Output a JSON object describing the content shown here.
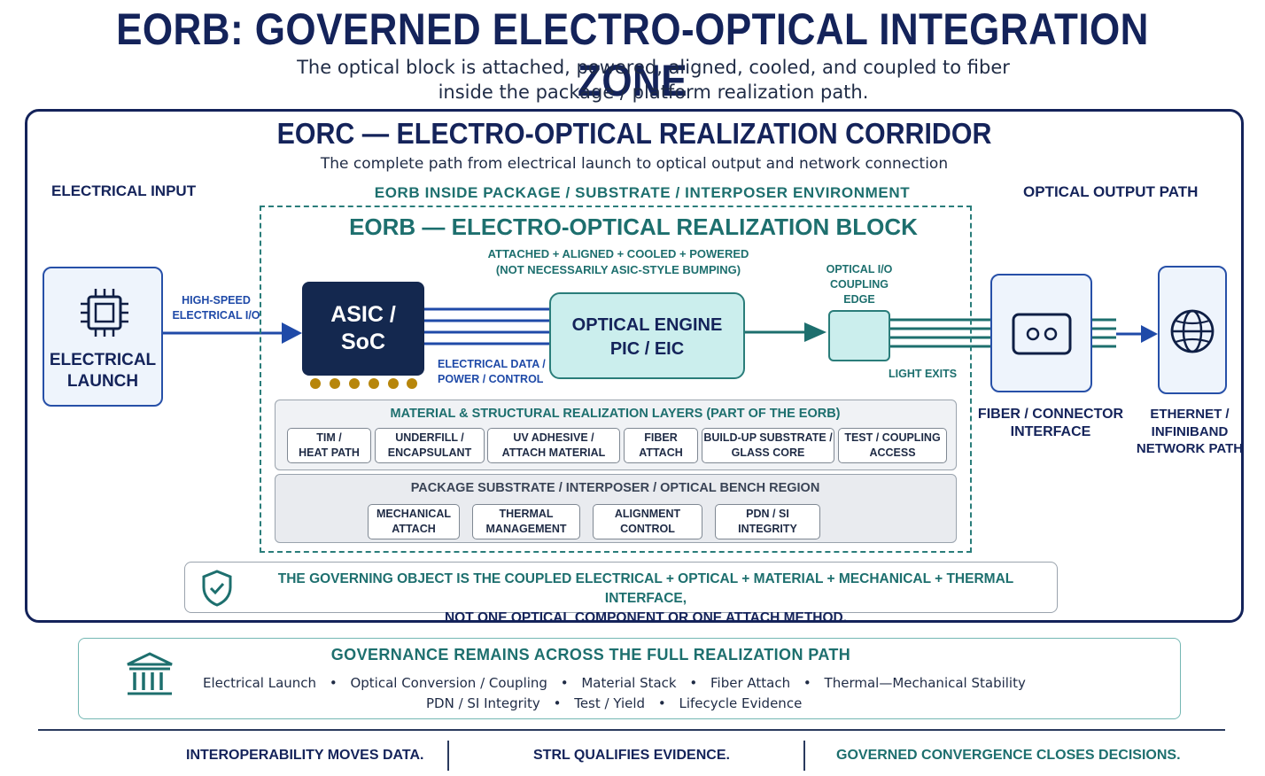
{
  "header": {
    "title": "EORB: GOVERNED ELECTRO-OPTICAL INTEGRATION ZONE",
    "subtitle_line1": "The optical block is attached, powered, aligned, cooled, and coupled to fiber",
    "subtitle_line2": "inside the package / platform realization path."
  },
  "corridor": {
    "title": "EORC — ELECTRO-OPTICAL REALIZATION CORRIDOR",
    "subtitle": "The complete path from electrical launch to optical output and network connection",
    "electrical_input_label": "ELECTRICAL INPUT",
    "optical_output_label": "OPTICAL OUTPUT PATH",
    "environment_label": "EORB INSIDE PACKAGE / SUBSTRATE / INTERPOSER ENVIRONMENT"
  },
  "launch": {
    "line1": "ELECTRICAL",
    "line2": "LAUNCH",
    "icon": "chip-icon"
  },
  "highspeed_label": {
    "line1": "HIGH-SPEED",
    "line2": "ELECTRICAL I/O"
  },
  "eorb": {
    "title": "EORB — ELECTRO-OPTICAL REALIZATION BLOCK",
    "note_line1": "ATTACHED + ALIGNED + COOLED + POWERED",
    "note_line2": "(NOT NECESSARILY ASIC-STYLE BUMPING)"
  },
  "asic": {
    "line1": "ASIC /",
    "line2": "SoC"
  },
  "electrical_data_label": {
    "line1": "ELECTRICAL DATA /",
    "line2": "POWER / CONTROL"
  },
  "engine": {
    "line1": "OPTICAL ENGINE",
    "line2": "PIC / EIC"
  },
  "coupling": {
    "line1": "OPTICAL I/O",
    "line2": "COUPLING",
    "line3": "EDGE"
  },
  "light_exits": "LIGHT EXITS",
  "fiber": {
    "line1": "FIBER / CONNECTOR",
    "line2": "INTERFACE",
    "icon": "connector-icon"
  },
  "network": {
    "line1": "ETHERNET /",
    "line2": "INFINIBAND",
    "line3": "NETWORK PATH",
    "icon": "globe-icon"
  },
  "material_layers": {
    "title": "MATERIAL & STRUCTURAL REALIZATION LAYERS (PART OF THE EORB)",
    "items": [
      {
        "line1": "TIM /",
        "line2": "HEAT PATH"
      },
      {
        "line1": "UNDERFILL /",
        "line2": "ENCAPSULANT"
      },
      {
        "line1": "UV ADHESIVE /",
        "line2": "ATTACH MATERIAL"
      },
      {
        "line1": "FIBER",
        "line2": "ATTACH"
      },
      {
        "line1": "BUILD-UP SUBSTRATE /",
        "line2": "GLASS CORE"
      },
      {
        "line1": "TEST / COUPLING",
        "line2": "ACCESS"
      }
    ]
  },
  "substrate_region": {
    "title": "PACKAGE SUBSTRATE / INTERPOSER / OPTICAL BENCH REGION",
    "items": [
      {
        "line1": "MECHANICAL",
        "line2": "ATTACH"
      },
      {
        "line1": "THERMAL",
        "line2": "MANAGEMENT"
      },
      {
        "line1": "ALIGNMENT",
        "line2": "CONTROL"
      },
      {
        "line1": "PDN / SI",
        "line2": "INTEGRITY"
      }
    ]
  },
  "governing_object": {
    "line1": "THE GOVERNING OBJECT IS THE COUPLED ELECTRICAL + OPTICAL + MATERIAL + MECHANICAL + THERMAL INTERFACE,",
    "line2": "NOT ONE OPTICAL COMPONENT OR ONE ATTACH METHOD.",
    "icon": "shield-check-icon"
  },
  "governance": {
    "title": "GOVERNANCE REMAINS ACROSS THE FULL REALIZATION PATH",
    "icon": "institution-icon",
    "row1": [
      "Electrical Launch",
      "Optical Conversion / Coupling",
      "Material Stack",
      "Fiber Attach",
      "Thermal—Mechanical Stability"
    ],
    "row2": [
      "PDN / SI Integrity",
      "Test / Yield",
      "Lifecycle Evidence"
    ],
    "bullet": "•"
  },
  "footer": {
    "left": "INTEROPERABILITY MOVES DATA.",
    "middle": "STRL QUALIFIES EVIDENCE.",
    "right": "GOVERNED CONVERGENCE CLOSES DECISIONS."
  },
  "colors": {
    "navy": "#14235a",
    "teal": "#1d6f6e",
    "blue": "#2750a8",
    "gold": "#b7860b"
  }
}
